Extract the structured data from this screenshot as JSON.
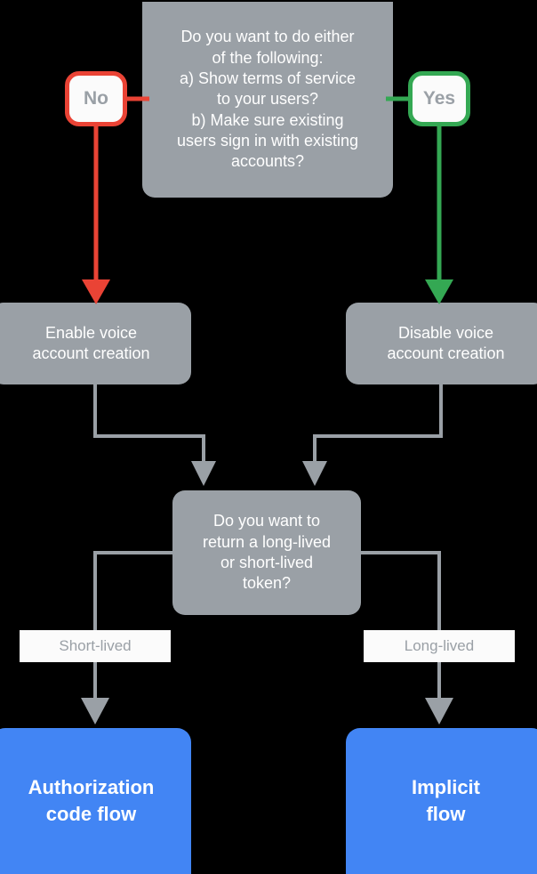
{
  "diagram": {
    "title": "Account linking flow decision chart",
    "background_color": "#000000",
    "colors": {
      "node_gray": "#9aa0a6",
      "node_blue": "#4285f4",
      "no_red": "#ea4335",
      "yes_green": "#34a853",
      "connector_gray": "#9aa0a6",
      "chip_fill": "#fbfbfb",
      "chip_text": "#9aa0a6",
      "node_text": "#ffffff"
    }
  },
  "nodes": {
    "question_top": {
      "text": "Do you want to do either\nof the following:\na) Show terms of service\nto your users?\nb) Make sure existing\nusers sign in with existing\naccounts?",
      "shape": "rounded-rect",
      "fill": "#9aa0a6"
    },
    "chip_no": {
      "label": "No",
      "border_color": "#ea4335"
    },
    "chip_yes": {
      "label": "Yes",
      "border_color": "#34a853"
    },
    "enable_voice": {
      "text": "Enable voice\naccount creation",
      "fill": "#9aa0a6"
    },
    "disable_voice": {
      "text": "Disable voice\naccount creation",
      "fill": "#9aa0a6"
    },
    "question_token": {
      "text": "Do you want to\nreturn a long-lived\nor short-lived\ntoken?",
      "fill": "#9aa0a6"
    },
    "authorization_code_flow": {
      "text": "Authorization\ncode flow",
      "fill": "#4285f4"
    },
    "implicit_flow": {
      "text": "Implicit\nflow",
      "fill": "#4285f4"
    }
  },
  "edge_labels": {
    "short_lived": "Short-lived",
    "long_lived": "Long-lived"
  },
  "edges": [
    {
      "from": "question_top",
      "to": "chip_no",
      "label": "No",
      "color": "#ea4335"
    },
    {
      "from": "chip_no",
      "to": "enable_voice",
      "label": "",
      "color": "#ea4335",
      "arrow": true
    },
    {
      "from": "question_top",
      "to": "chip_yes",
      "label": "Yes",
      "color": "#34a853"
    },
    {
      "from": "chip_yes",
      "to": "disable_voice",
      "label": "",
      "color": "#34a853",
      "arrow": true
    },
    {
      "from": "enable_voice",
      "to": "question_token",
      "label": "",
      "color": "#9aa0a6",
      "arrow": true
    },
    {
      "from": "disable_voice",
      "to": "question_token",
      "label": "",
      "color": "#9aa0a6",
      "arrow": true
    },
    {
      "from": "question_token",
      "to": "authorization_code_flow",
      "label": "Short-lived",
      "color": "#9aa0a6",
      "arrow": true
    },
    {
      "from": "question_token",
      "to": "implicit_flow",
      "label": "Long-lived",
      "color": "#9aa0a6",
      "arrow": true
    }
  ]
}
